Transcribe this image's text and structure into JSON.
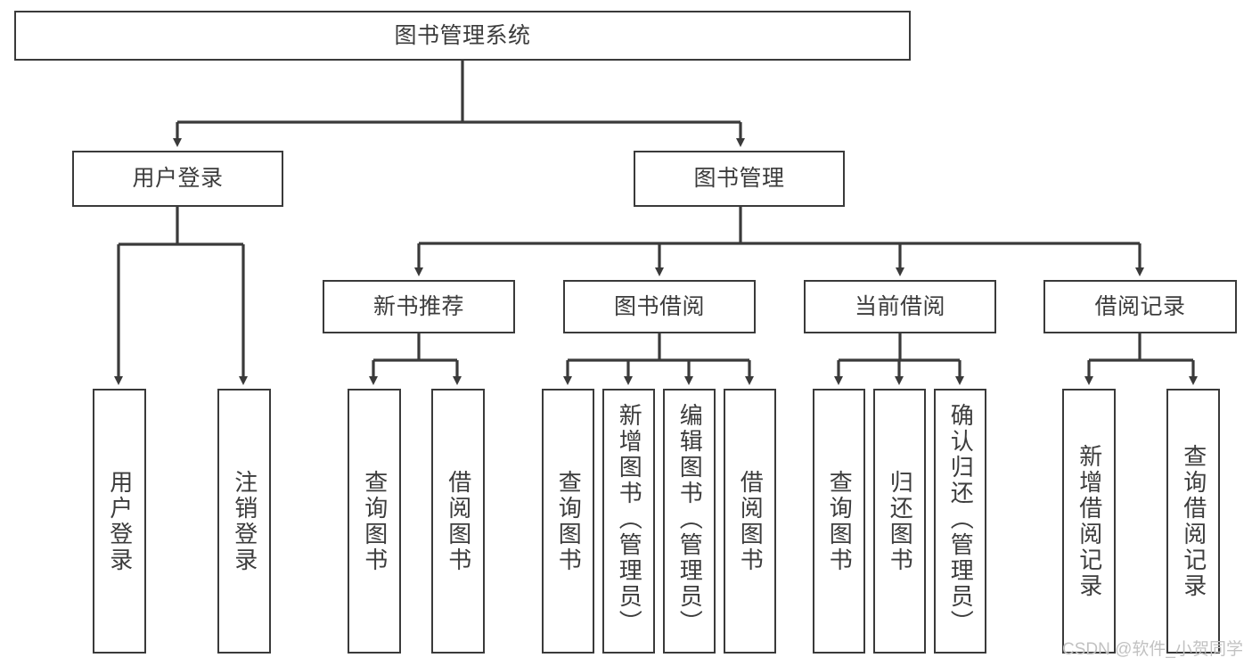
{
  "diagram": {
    "title": "图书管理系统",
    "type": "hierarchy-tree",
    "root": {
      "label": "图书管理系统"
    },
    "level2": [
      {
        "label": "用户登录"
      },
      {
        "label": "图书管理"
      }
    ],
    "level3": [
      {
        "label": "新书推荐"
      },
      {
        "label": "图书借阅"
      },
      {
        "label": "当前借阅"
      },
      {
        "label": "借阅记录"
      }
    ],
    "leaves": {
      "user_login": [
        {
          "label": "用户登录"
        },
        {
          "label": "注销登录"
        }
      ],
      "new_book_recommend": [
        {
          "label": "查询图书"
        },
        {
          "label": "借阅图书"
        }
      ],
      "book_borrow": [
        {
          "label": "查询图书"
        },
        {
          "label": "新增图书（管理员）"
        },
        {
          "label": "编辑图书（管理员）"
        },
        {
          "label": "借阅图书"
        }
      ],
      "current_borrow": [
        {
          "label": "查询图书"
        },
        {
          "label": "归还图书"
        },
        {
          "label": "确认归还（管理员）"
        }
      ],
      "borrow_record": [
        {
          "label": "新增借阅记录"
        },
        {
          "label": "查询借阅记录"
        }
      ]
    }
  },
  "watermark": {
    "text": "CSDN @软件_小贺同学"
  },
  "colors": {
    "stroke": "#3a3a3a",
    "text": "#3c3c3c",
    "background": "#ffffff",
    "watermark": "#c2c2c2"
  }
}
